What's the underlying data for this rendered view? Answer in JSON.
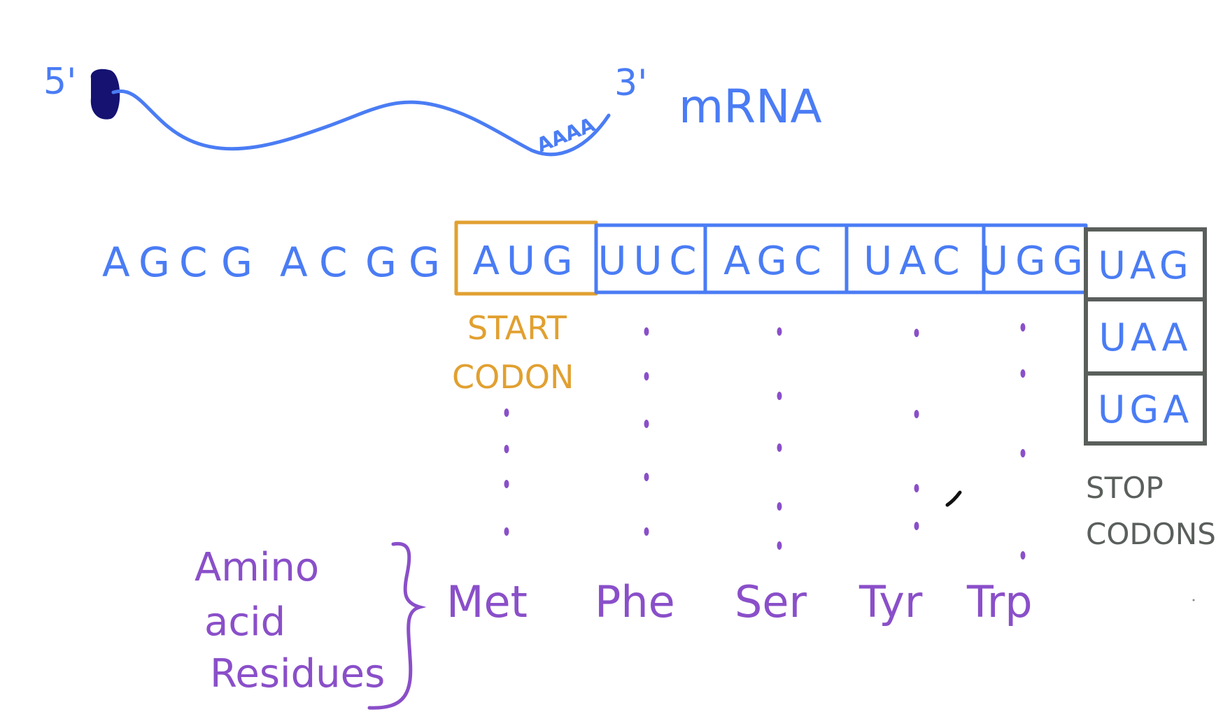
{
  "colors": {
    "blue": "#4a7cf4",
    "orange": "#e1a030",
    "gray": "#5a5f5c",
    "purple": "#8a4fc9",
    "cap": "#151272",
    "black": "#111111"
  },
  "mrna": {
    "five_prime": "5'",
    "three_prime": "3'",
    "poly_a": "AAAA",
    "label": "mRNA"
  },
  "sequence": {
    "leader": [
      "A",
      "G",
      "C",
      "G",
      "A",
      "C",
      "G",
      "G"
    ],
    "codons": [
      {
        "text": "AUG",
        "kind": "start"
      },
      {
        "text": "UUC",
        "kind": "coding"
      },
      {
        "text": "AGC",
        "kind": "coding"
      },
      {
        "text": "UAC",
        "kind": "coding"
      },
      {
        "text": "UGG",
        "kind": "coding"
      }
    ],
    "stop_codons": [
      "UAG",
      "UAA",
      "UGA"
    ]
  },
  "labels": {
    "start": [
      "START",
      "CODON"
    ],
    "stop": [
      "STOP",
      "CODONS"
    ],
    "amino": [
      "Amino",
      "acid",
      "Residues"
    ]
  },
  "residues": [
    "Met",
    "Phe",
    "Ser",
    "Tyr",
    "Trp"
  ]
}
